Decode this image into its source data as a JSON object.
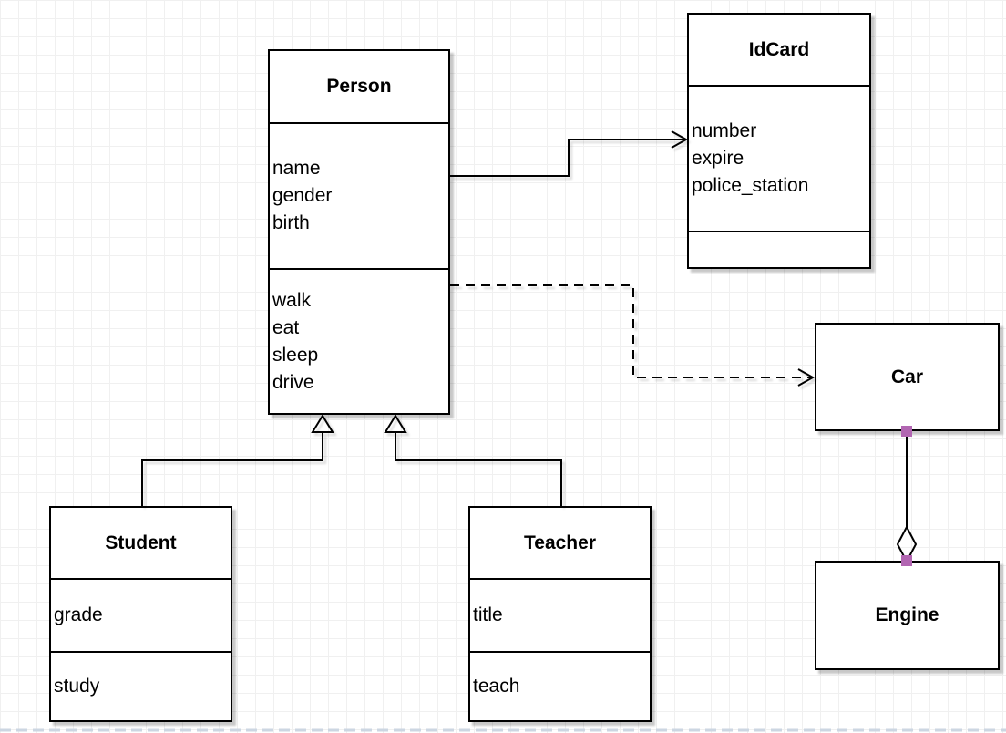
{
  "diagram": {
    "type": "uml-class-diagram",
    "classes": [
      {
        "name": "Person",
        "attributes": [
          "name",
          "gender",
          "birth"
        ],
        "methods": [
          "walk",
          "eat",
          "sleep",
          "drive"
        ]
      },
      {
        "name": "IdCard",
        "attributes": [
          "number",
          "expire",
          "police_station"
        ],
        "methods": []
      },
      {
        "name": "Car",
        "attributes": [],
        "methods": []
      },
      {
        "name": "Engine",
        "attributes": [],
        "methods": []
      },
      {
        "name": "Student",
        "attributes": [
          "grade"
        ],
        "methods": [
          "study"
        ]
      },
      {
        "name": "Teacher",
        "attributes": [
          "title"
        ],
        "methods": [
          "teach"
        ]
      }
    ],
    "relationships": [
      {
        "from": "Person",
        "to": "IdCard",
        "type": "association",
        "line": "solid",
        "end": "open-arrow"
      },
      {
        "from": "Person",
        "to": "Car",
        "type": "dependency",
        "line": "dashed",
        "end": "open-arrow"
      },
      {
        "from": "Student",
        "to": "Person",
        "type": "generalization",
        "line": "solid",
        "end": "hollow-triangle"
      },
      {
        "from": "Teacher",
        "to": "Person",
        "type": "generalization",
        "line": "solid",
        "end": "hollow-triangle"
      },
      {
        "from": "Car",
        "to": "Engine",
        "type": "aggregation",
        "line": "solid",
        "end": "hollow-diamond"
      }
    ]
  },
  "colors": {
    "stroke": "#000000",
    "box_fill": "#ffffff",
    "connection_handle": "#b266b2",
    "grid_line": "#f0f0f0",
    "page_break": "#ccd6e2"
  }
}
